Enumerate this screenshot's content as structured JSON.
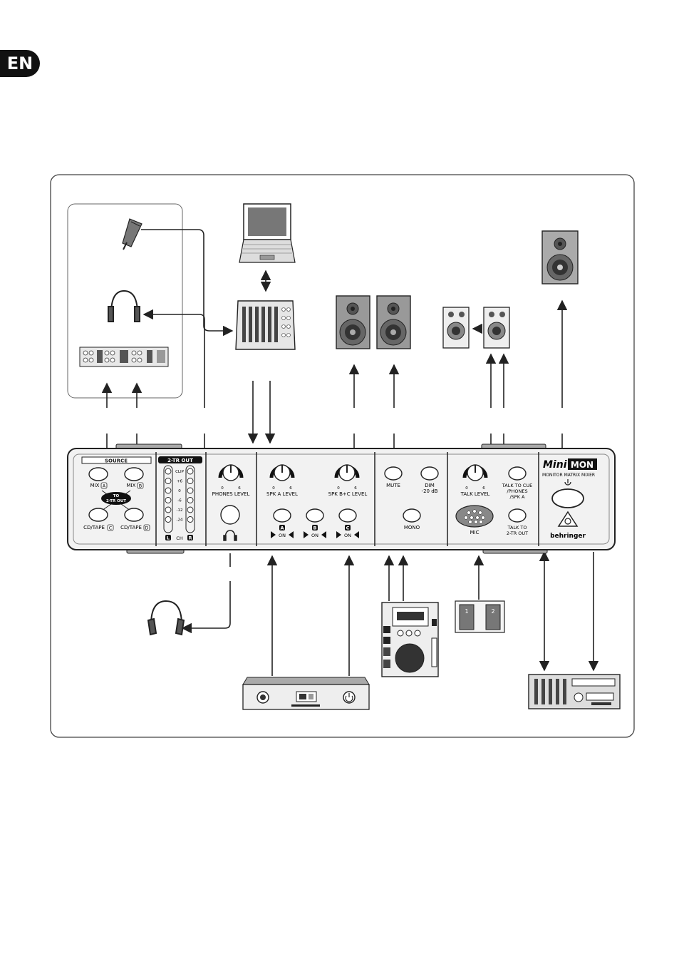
{
  "language_badge": "EN",
  "panel": {
    "source_header": "SOURCE",
    "mix_a": "MIX",
    "mix_a_letter": "A",
    "mix_b": "MIX",
    "mix_b_letter": "B",
    "to_2tr_line1": "TO",
    "to_2tr_line2": "2-TR OUT",
    "cd_tape_c": "CD/TAPE",
    "cd_tape_c_letter": "C",
    "cd_tape_d": "CD/TAPE",
    "cd_tape_d_letter": "D",
    "meter_header": "2-TR OUT",
    "meter_scale": [
      "CLIP",
      "+6",
      "0",
      "-6",
      "-12",
      "-24"
    ],
    "meter_l": "L",
    "meter_ch": "CH",
    "meter_r": "R",
    "phones_level": "PHONES LEVEL",
    "spk_a_level": "SPK A LEVEL",
    "spk_bc_level": "SPK B+C LEVEL",
    "knob_min": "0",
    "knob_max": "6",
    "spk_a_letter": "A",
    "spk_b_letter": "B",
    "spk_c_letter": "C",
    "on_label": "ON",
    "mute": "MUTE",
    "dim_line1": "DIM",
    "dim_line2": "-20 dB",
    "mono": "MONO",
    "talk_level": "TALK LEVEL",
    "mic": "MIC",
    "talk_cue_line1": "TALK TO CUE",
    "talk_cue_line2": "/PHONES",
    "talk_cue_line3": "/SPK A",
    "talk_2tr_line1": "TALK TO",
    "talk_2tr_line2": "2-TR OUT",
    "brand_mini": "Mini",
    "brand_mon": "MON",
    "brand_subtitle": "MONITOR MATRIX MIXER",
    "brand_name": "behringer"
  },
  "footswitch": {
    "pedal_1": "1",
    "pedal_2": "2"
  },
  "colors": {
    "ink": "#222222",
    "panel_fill": "#f2f2f2",
    "dark_gray": "#8a8a8a",
    "frame": "#444444"
  }
}
